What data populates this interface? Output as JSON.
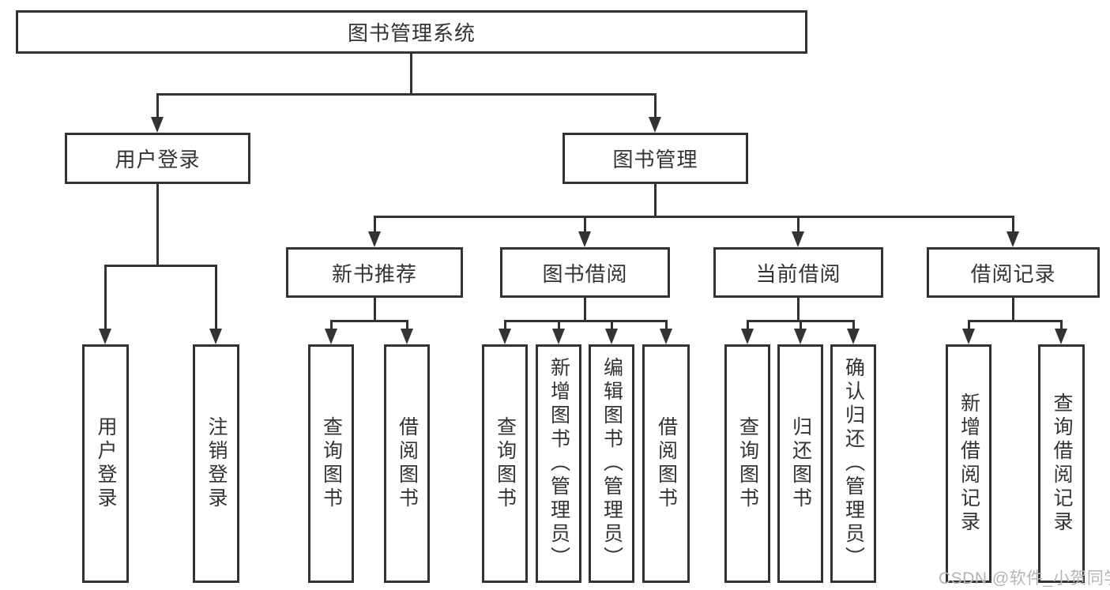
{
  "diagram": {
    "root": {
      "label": "图书管理系统"
    },
    "branches": {
      "user_login": {
        "label": "用户登录",
        "children": {
          "login": "用户登录",
          "logout": "注销登录"
        }
      },
      "book_mgmt": {
        "label": "图书管理",
        "sections": {
          "new_book": {
            "label": "新书推荐",
            "children": {
              "query": "查询图书",
              "borrow": "借阅图书"
            }
          },
          "borrowing": {
            "label": "图书借阅",
            "children": {
              "query": "查询图书",
              "add": "新增图书（管理员）",
              "edit": "编辑图书（管理员）",
              "borrow": "借阅图书"
            }
          },
          "current": {
            "label": "当前借阅",
            "children": {
              "query": "查询图书",
              "return": "归还图书",
              "confirm": "确认归还（管理员）"
            }
          },
          "records": {
            "label": "借阅记录",
            "children": {
              "add": "新增借阅记录",
              "query": "查询借阅记录"
            }
          }
        }
      }
    },
    "colors": {
      "line": "#333333",
      "text": "#333333",
      "background": "#ffffff",
      "watermark": "#b5b5b5"
    },
    "watermark": "CSDN @软件_小贺同学"
  }
}
